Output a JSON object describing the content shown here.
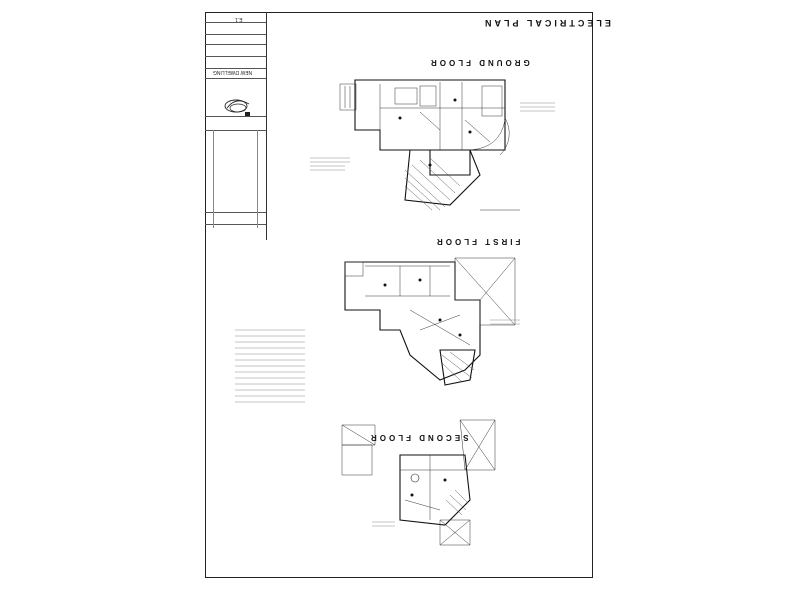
{
  "sheet": {
    "title": "ELECTRICAL PLAN",
    "floors": [
      {
        "id": "ground",
        "label": "GROUND FLOOR"
      },
      {
        "id": "first",
        "label": "FIRST FLOOR"
      },
      {
        "id": "second",
        "label": "SECOND FLOOR"
      }
    ]
  },
  "title_block": {
    "drawing_number": "E.1",
    "job": "NEW DWELLING"
  }
}
